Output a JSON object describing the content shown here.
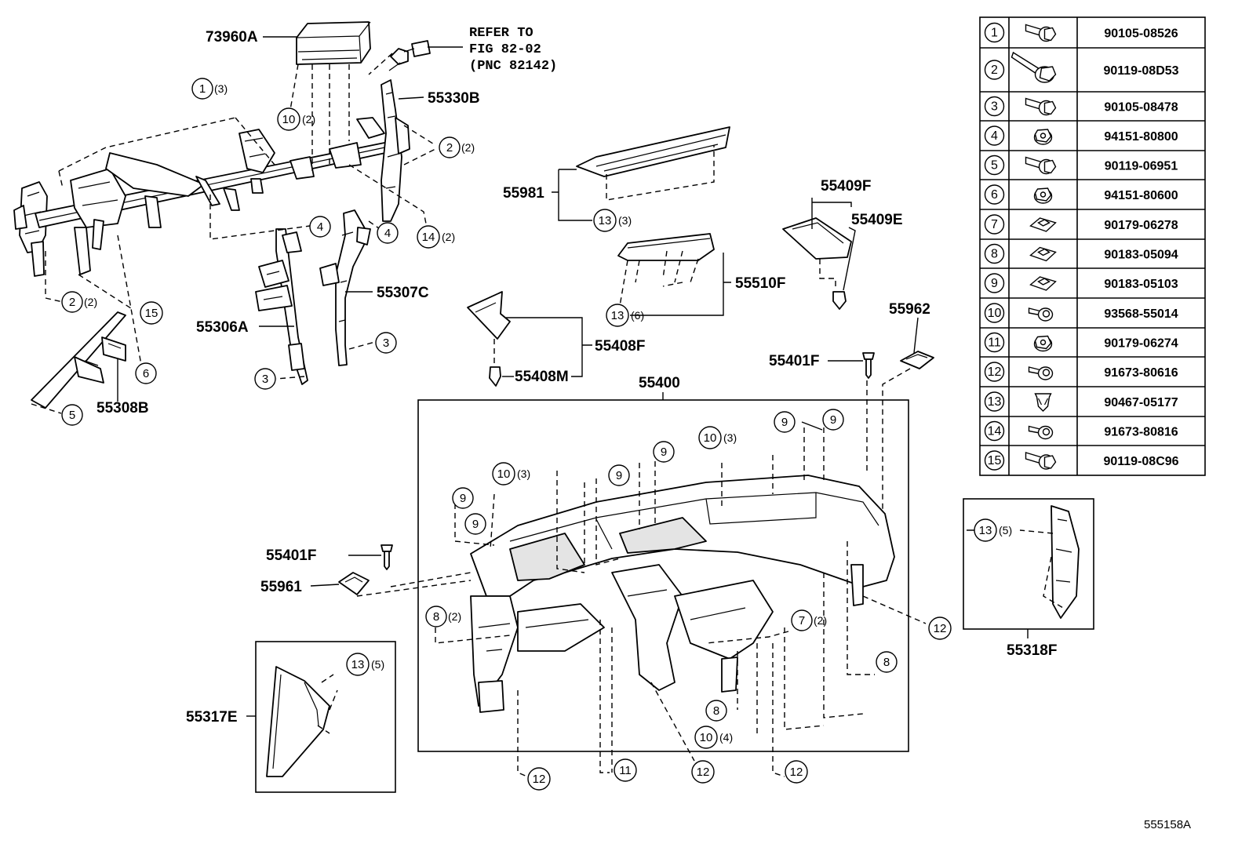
{
  "labels": {
    "p73960A": "73960A",
    "p55330B": "55330B",
    "p55981": "55981",
    "p55409F": "55409F",
    "p55409E": "55409E",
    "p55510F": "55510F",
    "p55307C": "55307C",
    "p55306A": "55306A",
    "p55308B": "55308B",
    "p55408F": "55408F",
    "p55408M": "55408M",
    "p55962": "55962",
    "p55401F_top": "55401F",
    "p55400": "55400",
    "p55401F_left": "55401F",
    "p55961": "55961",
    "p55317E": "55317E",
    "p55318F": "55318F",
    "figure_code": "555158A"
  },
  "refer": {
    "line1": "REFER TO",
    "line2": "FIG 82-02",
    "line3": "(PNC 82142)"
  },
  "callouts": {
    "c1": "1",
    "q1": "(3)",
    "c10a": "10",
    "q10a": "(2)",
    "c2a": "2",
    "q2a": "(2)",
    "c4a": "4",
    "c4b": "4",
    "c14": "14",
    "q14": "(2)",
    "c13a": "13",
    "q13a": "(3)",
    "c13b": "13",
    "q13b": "(6)",
    "c2b": "2",
    "q2b": "(2)",
    "c15": "15",
    "c6": "6",
    "c5": "5",
    "c3a": "3",
    "c3b": "3",
    "c9a": "9",
    "c9b": "9",
    "c9c": "9",
    "c9d": "9",
    "c9e": "9",
    "c9f": "9",
    "c10b": "10",
    "q10b": "(3)",
    "c10c": "10",
    "q10c": "(3)",
    "c8a": "8",
    "q8a": "(2)",
    "c7": "7",
    "q7": "(2)",
    "c8b": "8",
    "c8c": "8",
    "c10d": "10",
    "q10d": "(4)",
    "c12a": "12",
    "c12b": "12",
    "c12c": "12",
    "c12d": "12",
    "c11": "11",
    "c13c": "13",
    "q13c": "(5)",
    "c13d": "13",
    "q13d": "(5)"
  },
  "parts_table": [
    {
      "num": "1",
      "code": "90105-08526",
      "icon": "bolt-flange-icon"
    },
    {
      "num": "2",
      "code": "90119-08D53",
      "icon": "bolt-long-icon"
    },
    {
      "num": "3",
      "code": "90105-08478",
      "icon": "bolt-flange-icon"
    },
    {
      "num": "4",
      "code": "94151-80800",
      "icon": "nut-flange-icon"
    },
    {
      "num": "5",
      "code": "90119-06951",
      "icon": "bolt-flange-icon"
    },
    {
      "num": "6",
      "code": "94151-80600",
      "icon": "nut-flange-icon"
    },
    {
      "num": "7",
      "code": "90179-06278",
      "icon": "clip-nut-icon"
    },
    {
      "num": "8",
      "code": "90183-05094",
      "icon": "clip-nut-icon"
    },
    {
      "num": "9",
      "code": "90183-05103",
      "icon": "clip-nut-icon"
    },
    {
      "num": "10",
      "code": "93568-55014",
      "icon": "screw-washer-icon"
    },
    {
      "num": "11",
      "code": "90179-06274",
      "icon": "nut-flange-icon"
    },
    {
      "num": "12",
      "code": "91673-80616",
      "icon": "screw-washer-icon"
    },
    {
      "num": "13",
      "code": "90467-05177",
      "icon": "push-clip-icon"
    },
    {
      "num": "14",
      "code": "91673-80816",
      "icon": "screw-washer-icon"
    },
    {
      "num": "15",
      "code": "90119-08C96",
      "icon": "bolt-flange-icon"
    }
  ]
}
